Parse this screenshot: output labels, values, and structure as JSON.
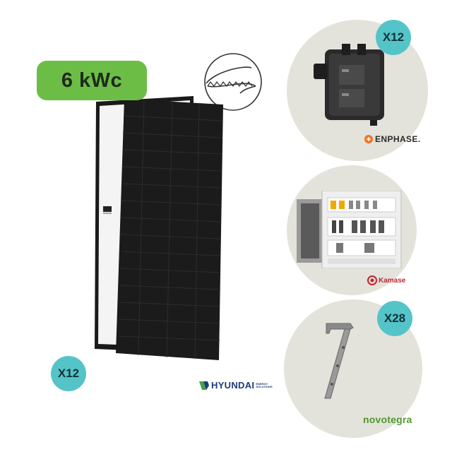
{
  "badge": {
    "power": "6 kWc"
  },
  "quantities": {
    "panels": "X12",
    "micro_inverters": "X12",
    "roof_hooks": "X28"
  },
  "brands": {
    "panel": "HYUNDAI",
    "panel_sub_line1": "ENERGY",
    "panel_sub_line2": "SOLUTIONS",
    "inverter": "ENPHASE.",
    "protection_box": "Kamase",
    "mounting": "novotegra"
  },
  "colors": {
    "badge_green": "#6cbd45",
    "qty_teal": "#55c4c9",
    "circle_grey": "#e3e3dc"
  },
  "icons": [
    "cable-coil-icon",
    "micro-inverter-image",
    "electrical-box-image",
    "roof-hook-image"
  ]
}
